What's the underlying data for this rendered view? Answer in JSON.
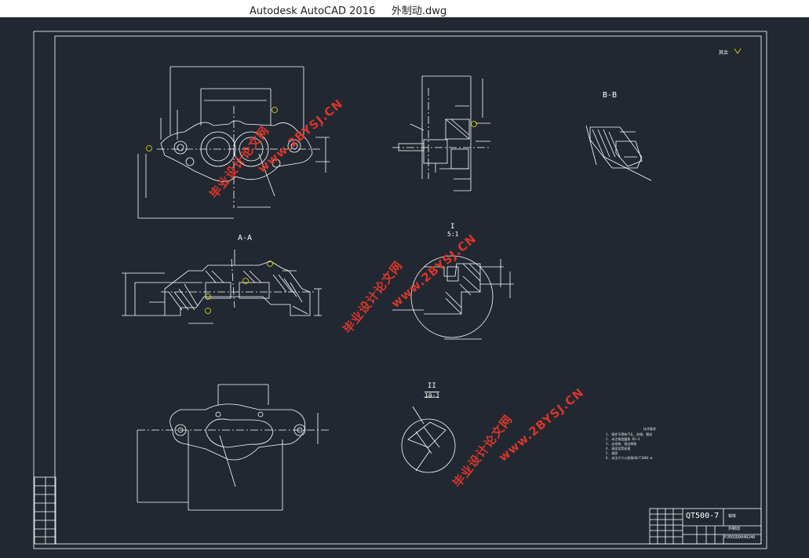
{
  "window": {
    "app_title": "Autodesk AutoCAD 2016",
    "file_name": "外制动.dwg"
  },
  "drawing": {
    "section_aa": "A-A",
    "section_bb": "B-B",
    "detail_i_label": "I",
    "detail_i_scale": "5:1",
    "detail_ii_label": "II",
    "detail_ii_scale": "10:1",
    "roughness_note": "其余",
    "title_block": {
      "material": "QT500-7",
      "part_name": "外制动",
      "drawing_no": "PJE02D9040240",
      "company": "钳体"
    },
    "tech_requirements_title": "技术要求",
    "tech_requirements": [
      "1. 铸件不得有气孔、砂眼、裂纹",
      "2. 未注铸造圆角 R2~3",
      "3. 去毛刺、锐边倒角",
      "4. 表面发黑处理",
      "5. 调质",
      "6. 未注尺寸公差按GB/T1804-m"
    ]
  },
  "watermarks": [
    "毕业设计论文网",
    "www.2BYSJ.CN"
  ],
  "colors": {
    "background": "#222831",
    "line": "#ffffff",
    "yellow": "#f0e10f",
    "watermark": "#e8382a"
  }
}
